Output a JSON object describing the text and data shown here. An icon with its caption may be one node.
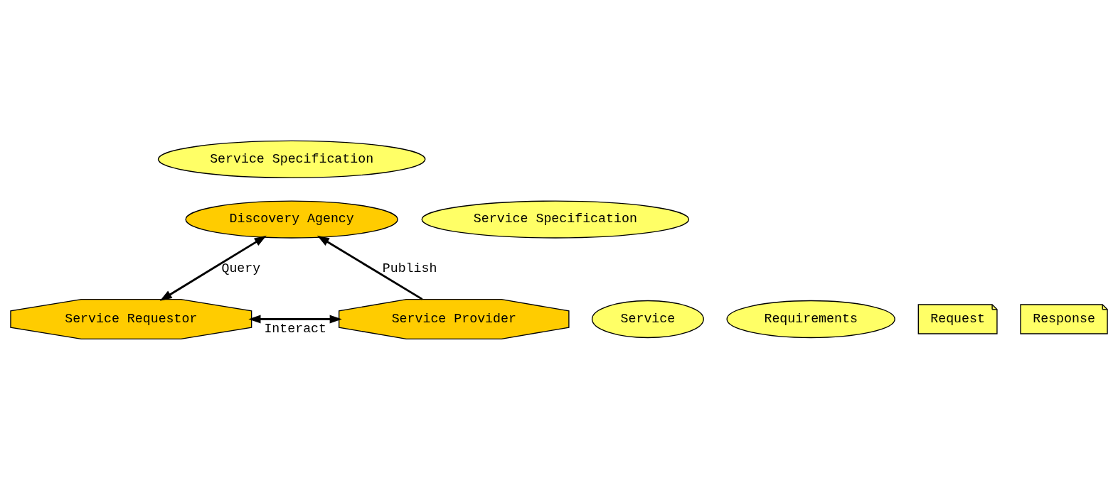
{
  "diagram": {
    "nodes": [
      {
        "text": [
          "Service Specification"
        ]
      },
      {
        "text": [
          "Discovery Agency"
        ]
      },
      {
        "text": [
          "Service Requestor"
        ]
      },
      {
        "text": [
          "Service Provider"
        ]
      },
      {
        "text": [
          "Service Specification"
        ]
      },
      {
        "text": [
          "Service"
        ]
      },
      {
        "text": [
          "Requirements"
        ]
      },
      {
        "text": [
          "Request"
        ]
      },
      {
        "text": [
          "Response"
        ]
      }
    ],
    "edges": [
      {
        "from": 2,
        "to": 1,
        "arrow": "both",
        "label": "Query"
      },
      {
        "from": 3,
        "to": 1,
        "arrow": "to",
        "label": "Publish"
      },
      {
        "from": 2,
        "to": 3,
        "arrow": "both",
        "label": "Interact"
      }
    ]
  }
}
